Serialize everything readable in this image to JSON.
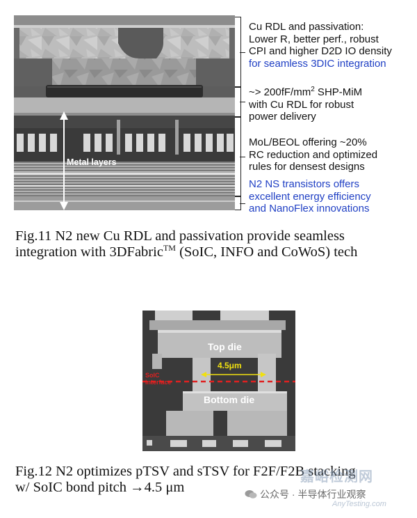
{
  "fig11": {
    "metal_layers_label": "Metal layers",
    "notes": [
      {
        "lines": [
          "Cu RDL and passivation:",
          "Lower R, better perf., robust",
          "CPI and higher D2D IO density"
        ],
        "blue_line": "for seamless 3DIC integration"
      },
      {
        "lines": [
          "~> 200fF/mm",
          "with Cu RDL for robust",
          "power delivery"
        ],
        "superscript": "2",
        "line1_tail": " SHP-MiM"
      },
      {
        "lines": [
          "MoL/BEOL offering ~20%",
          "RC reduction and optimized",
          "rules for densest designs"
        ]
      },
      {
        "blue_lines": [
          "N2 NS transistors offers",
          "excellent energy efficiency",
          "and NanoFlex innovations"
        ]
      }
    ],
    "caption": {
      "line1": "Fig.11  N2 new Cu RDL and passivation provide seamless",
      "line2_a": "integration with 3DFabric",
      "line2_sup": "TM",
      "line2_b": " (SoIC, INFO and CoWoS) tech"
    }
  },
  "fig12": {
    "top_die_label": "Top die",
    "bottom_die_label": "Bottom die",
    "pitch_label": "4.5μm",
    "interface_label_1": "SoIC",
    "interface_label_2": "interface",
    "caption": {
      "line1": "Fig.12  N2 optimizes pTSV and sTSV for F2F/F2B stacking",
      "line2": "w/ SoIC bond pitch →4.5 μm"
    }
  },
  "watermark": {
    "wechat": "公众号 · 半导体行业观察",
    "cn": "嘉峪检测网",
    "url": "AnyTesting.com"
  },
  "colors": {
    "blue_text": "#1f3fc4",
    "interface_red": "#e02020",
    "pitch_yellow": "#f0e010"
  }
}
